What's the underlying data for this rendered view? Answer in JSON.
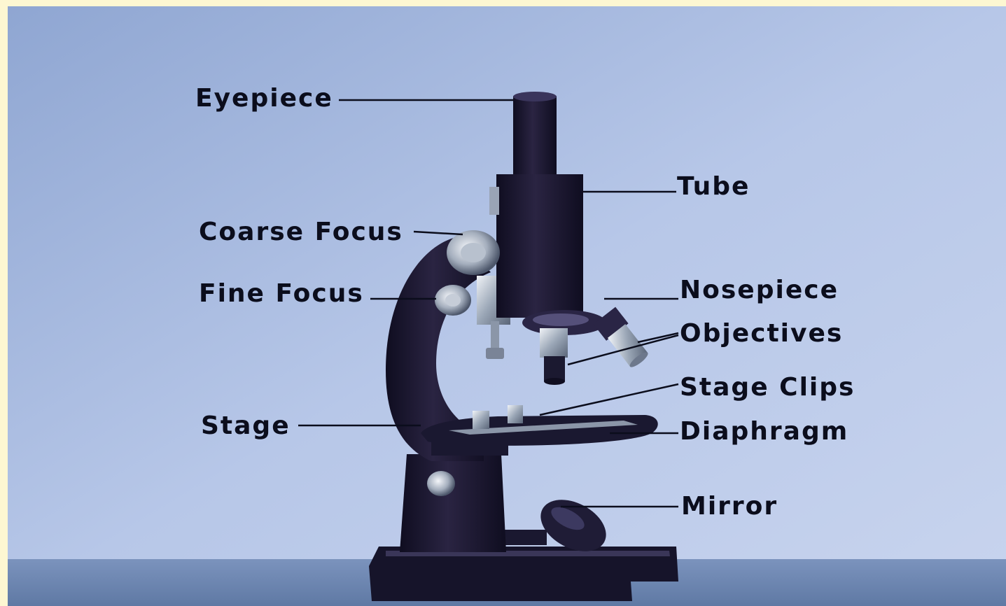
{
  "labels": {
    "eyepiece": "Eyepiece",
    "tube": "Tube",
    "coarse_focus": "Coarse Focus",
    "fine_focus": "Fine Focus",
    "nosepiece": "Nosepiece",
    "objectives": "Objectives",
    "stage_clips": "Stage Clips",
    "stage": "Stage",
    "diaphragm": "Diaphragm",
    "mirror": "Mirror"
  },
  "colors": {
    "page_border": "#fdf7d2",
    "background_top": "#a9bde2",
    "background_bottom": "#c3d1ee",
    "table_surface": "#6b86b0",
    "microscope_body": "#1b1930",
    "metal": "#c7d0dc",
    "label_text": "#0b0d1c"
  }
}
